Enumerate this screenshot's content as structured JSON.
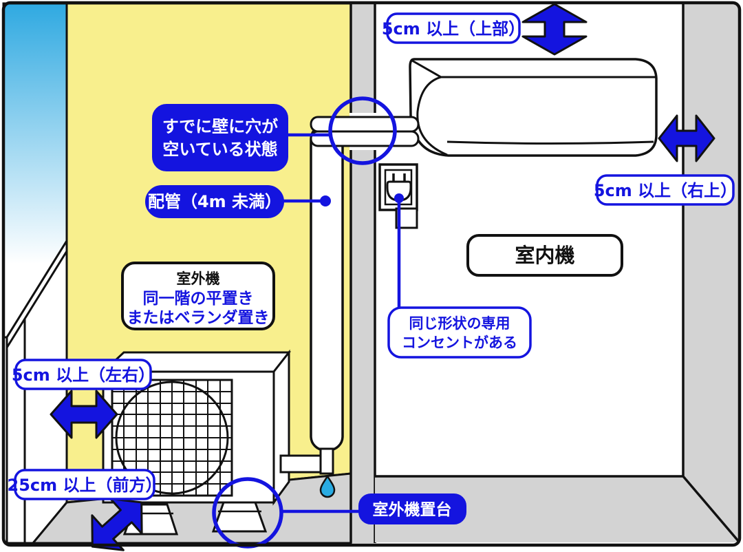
{
  "colors": {
    "accent_blue": "#1414DF",
    "sky_blue": "#2FA9E1",
    "wall_yellow": "#F8EF8D",
    "structure_gray": "#D3D3D3",
    "water_drop_blue": "#29ABE2",
    "outline_black": "#111111"
  },
  "labels": {
    "clearance_top": "5cm 以上（上部）",
    "clearance_right": "5cm 以上（右上）",
    "clearance_sides": "5cm 以上（左右）",
    "clearance_front": "25cm 以上（前方）",
    "wall_hole_line1": "すでに壁に穴が",
    "wall_hole_line2": "空いている状態",
    "piping": "配管（4m 未満）",
    "outdoor_unit_title": "室外機",
    "outdoor_unit_line1": "同一階の平置き",
    "outdoor_unit_line2": "またはベランダ置き",
    "indoor_unit": "室内機",
    "outlet_line1": "同じ形状の専用",
    "outlet_line2": "コンセントがある",
    "stand": "室外機置台"
  }
}
